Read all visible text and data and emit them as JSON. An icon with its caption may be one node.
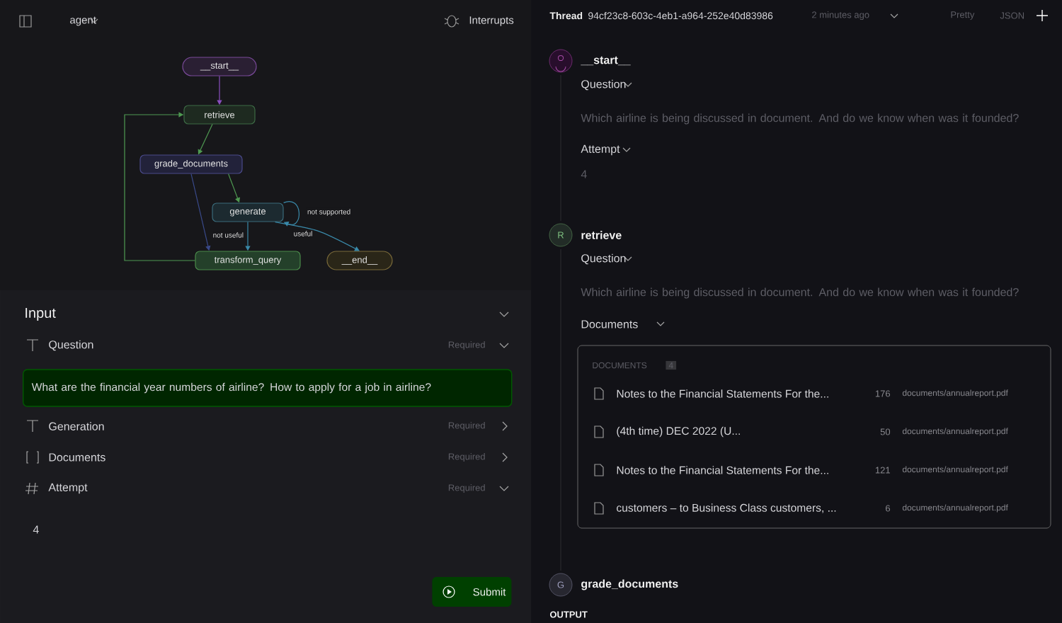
{
  "diagram": {
    "nodes": [
      {
        "text": [
          "__start__"
        ]
      },
      {
        "text": [
          "retrieve"
        ]
      },
      {
        "text": [
          "grade_documents"
        ]
      },
      {
        "text": [
          "generate"
        ]
      },
      {
        "text": [
          "transform_query"
        ]
      },
      {
        "text": [
          "__end__"
        ]
      }
    ],
    "edges": [
      {
        "from": 0,
        "to": 1,
        "arrow": "to",
        "color": "#8a4fc0"
      },
      {
        "from": 1,
        "to": 2,
        "arrow": "to",
        "color": "#4f9a52"
      },
      {
        "from": 2,
        "to": 3,
        "arrow": "to",
        "color": "#4f9a52"
      },
      {
        "from": 2,
        "to": 4,
        "arrow": "to",
        "color": "#3a4a8a"
      },
      {
        "from": 4,
        "to": 1,
        "arrow": "to",
        "color": "#4f9a52"
      },
      {
        "from": 3,
        "to": 3,
        "label": "not supported",
        "arrow": "to",
        "color": "#3a8aaa"
      },
      {
        "from": 3,
        "to": 4,
        "label": "not useful",
        "arrow": "to",
        "color": "#3a8aaa"
      },
      {
        "from": 3,
        "to": 5,
        "label": "useful",
        "arrow": "to",
        "color": "#3a8aaa"
      }
    ],
    "labels": [
      "agent",
      "Interrupts",
      "Input",
      "Question",
      "Required",
      "What are the financial year numbers of airline? How to apply for a job in airline?",
      "Generation",
      "Required",
      "Documents",
      "Required",
      "Attempt",
      "Required",
      "4",
      "Submit",
      "Thread",
      "94cf23c8-603c-4eb1-a964-252e40d83986",
      "2 minutes ago",
      "Pretty",
      "JSON",
      "__start__",
      "Question",
      "Which airline is being discussed in document. And do we know when was it founded?",
      "Attempt",
      "4",
      "R",
      "retrieve",
      "Question",
      "Which airline is being discussed in document. And do we know when was it founded?",
      "Documents",
      "DOCUMENTS",
      "4",
      "Notes to the Financial Statements For the...",
      "176",
      "documents/annualreport.pdf",
      "(4th time) DEC 2022 (U...",
      "50",
      "documents/annualreport.pdf",
      "Notes to the Financial Statements For the...",
      "121",
      "documents/annualreport.pdf",
      "customers – to Business Class customers, ...",
      "6",
      "documents/annualreport.pdf",
      "G",
      "grade_documents",
      "OUTPUT"
    ]
  }
}
